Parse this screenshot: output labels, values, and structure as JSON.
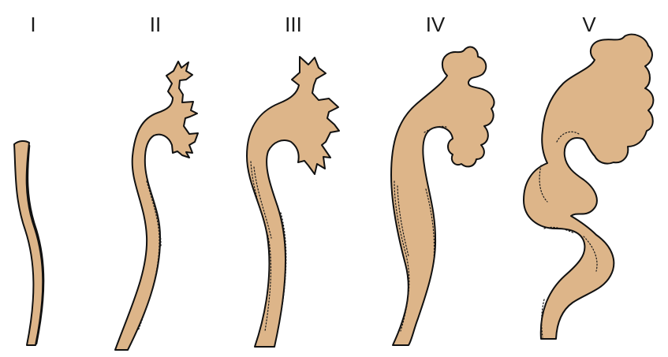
{
  "figure": {
    "fill_color": "#DDB589",
    "outline_color": "#111111",
    "grades": [
      {
        "label": "I"
      },
      {
        "label": "II"
      },
      {
        "label": "III"
      },
      {
        "label": "IV"
      },
      {
        "label": "V"
      }
    ]
  }
}
